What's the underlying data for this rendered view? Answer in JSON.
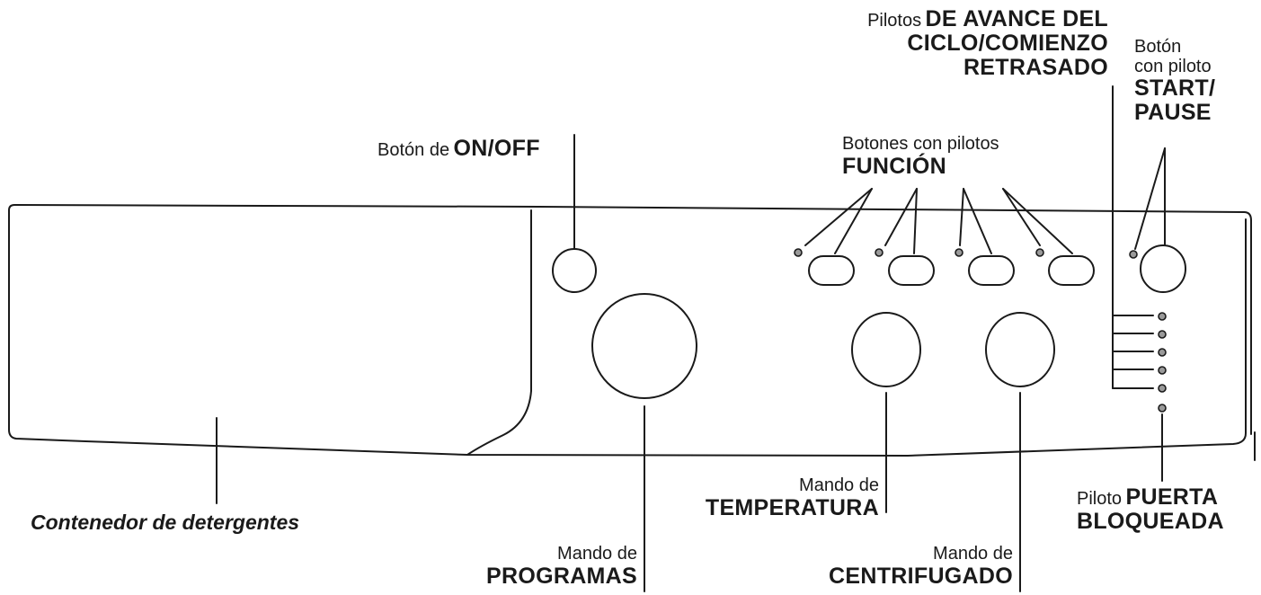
{
  "labels": {
    "onoff": {
      "light": "Botón de",
      "bold": "ON/OFF"
    },
    "funcion": {
      "light": "Botones con pilotos",
      "bold": "FUNCIÓN"
    },
    "avance": {
      "light": "Pilotos",
      "bold1": "DE AVANCE DEL",
      "bold2": "CICLO/COMIENZO",
      "bold3": "RETRASADO"
    },
    "start": {
      "light1": "Botón",
      "light2": "con piloto",
      "bold1": "START/",
      "bold2": "PAUSE"
    },
    "contenedor": {
      "text": "Contenedor de detergentes"
    },
    "programas": {
      "light": "Mando de",
      "bold": "PROGRAMAS"
    },
    "temperatura": {
      "light": "Mando de",
      "bold": "TEMPERATURA"
    },
    "centrifugado": {
      "light": "Mando de",
      "bold": "CENTRIFUGADO"
    },
    "puerta": {
      "light": "Piloto",
      "bold1": "PUERTA",
      "bold2": "BLOQUEADA"
    }
  },
  "colors": {
    "line": "#1a1a1a",
    "led_fill": "#9a9a9a"
  }
}
